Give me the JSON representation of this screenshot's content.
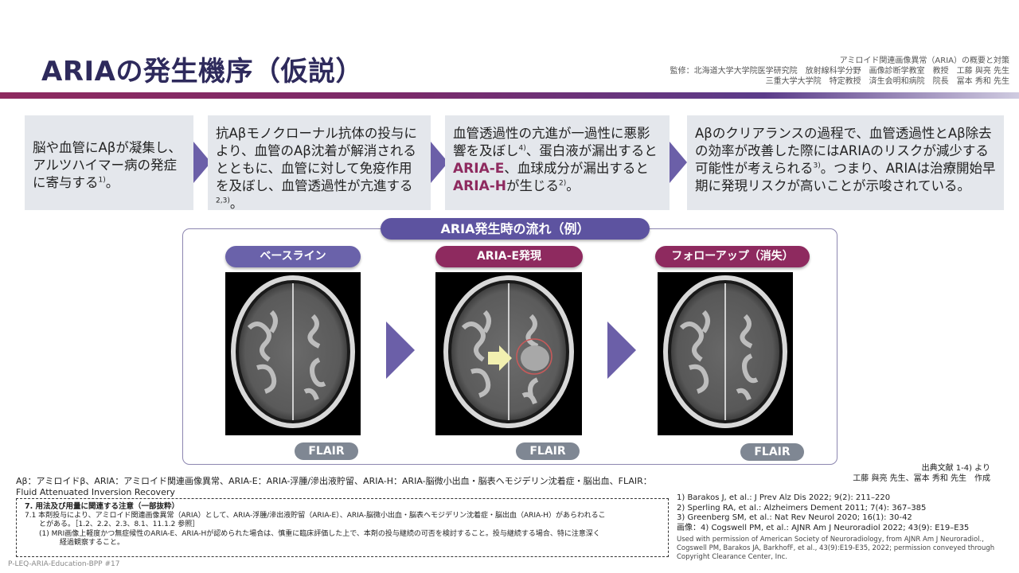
{
  "title": "ARIAの発生機序（仮説）",
  "supervision": [
    "アミロイド関連画像異常（ARIA）の概要と対策",
    "監修：北海道大学大学院医学研究院　放射線科学分野　画像診断学教室　教授　工藤 與亮 先生",
    "三重大学大学院　特定教授　済生会明和病院　院長　冨本 秀和 先生"
  ],
  "steps": {
    "s1": {
      "text": "脳や血管にAβが凝集し、アルツハイマー病の発症に寄与する",
      "sup": "1)",
      "end": "。"
    },
    "s2": {
      "text": "抗Aβモノクローナル抗体の投与により、血管のAβ沈着が解消されるとともに、血管に対して免疫作用を及ぼし、血管透過性が亢進する",
      "sup": "2,3)",
      "end": "。"
    },
    "s3": {
      "a": "血管透過性の亢進が一過性に悪影響を及ぼし",
      "sup1": "4)",
      "b": "、蛋白液が漏出すると",
      "hl1": "ARIA-E",
      "c": "、血球成分が漏出すると",
      "hl2": "ARIA-H",
      "d": "が生じる",
      "sup2": "2)",
      "end": "。"
    },
    "s4": {
      "a": "Aβのクリアランスの過程で、血管透過性とAβ除去の効率が改善した際にはARIAのリスクが減少する可能性が考えられる",
      "sup": "3)",
      "b": "。つまり、ARIAは治療開始早期に発現リスクが高いことが示唆されている。"
    }
  },
  "flow": {
    "title": "ARIA発生時の流れ（例）",
    "stages": [
      {
        "label": "ベースライン",
        "sequence": "FLAIR"
      },
      {
        "label": "ARIA-E発現",
        "sequence": "FLAIR"
      },
      {
        "label": "フォローアップ（消失）",
        "sequence": "FLAIR"
      }
    ]
  },
  "source_note": [
    "出典文献 1-4) より",
    "工藤 與亮 先生、冨本 秀和 先生　作成"
  ],
  "abbreviations": "Aβ：アミロイドβ、ARIA：アミロイド関連画像異常、ARIA-E：ARIA-浮腫/滲出液貯留、ARIA-H：ARIA-脳微小出血・脳表ヘモジデリン沈着症・脳出血、FLAIR：Fluid Attenuated Inversion Recovery",
  "caution": {
    "heading": "7. 用法及び用量に関連する注意（一部抜粋）",
    "line1": "7.1 本剤投与により、アミロイド関連画像異常（ARIA）として、ARIA-浮腫/滲出液貯留（ARIA-E）、ARIA-脳微小出血・脳表ヘモジデリン沈着症・脳出血（ARIA-H）があらわれるこ",
    "line2": "とがある。［1.2、2.2、2.3、8.1、11.1.2 参照］",
    "line3": "(1) MRI画像上軽度かつ無症候性のARIA-E、ARIA-Hが認められた場合は、慎重に臨床評価した上で、本剤の投与継続の可否を検討すること。投与継続する場合、特に注意深く",
    "line4": "経過観察すること。"
  },
  "references": [
    "1) Barakos J, et al.: J Prev Alz Dis 2022; 9(2): 211–220",
    "2) Sperling RA, et al.: Alzheimers Dement 2011; 7(4): 367–385",
    "3) Greenberg SM, et al.: Nat Rev Neurol 2020; 16(1): 30-42",
    "画像：4) Cogswell PM, et al.: AJNR Am J Neuroradiol 2022; 43(9): E19–E35"
  ],
  "permission": "Used with permission of American Society of Neuroradiology, from AJNR Am J Neuroradiol., Cogswell PM, Barakos JA, BarkhofF, et al., 43(9):E19-E35, 2022; permission conveyed through Copyright Clearance Center, Inc.",
  "doc_id": "P-LEQ-ARIA-Education-BPP #17",
  "colors": {
    "navy": "#2e2a5c",
    "purple": "#6a62aa",
    "magenta": "#8e2a5f",
    "panel": "#e4e7ec"
  }
}
